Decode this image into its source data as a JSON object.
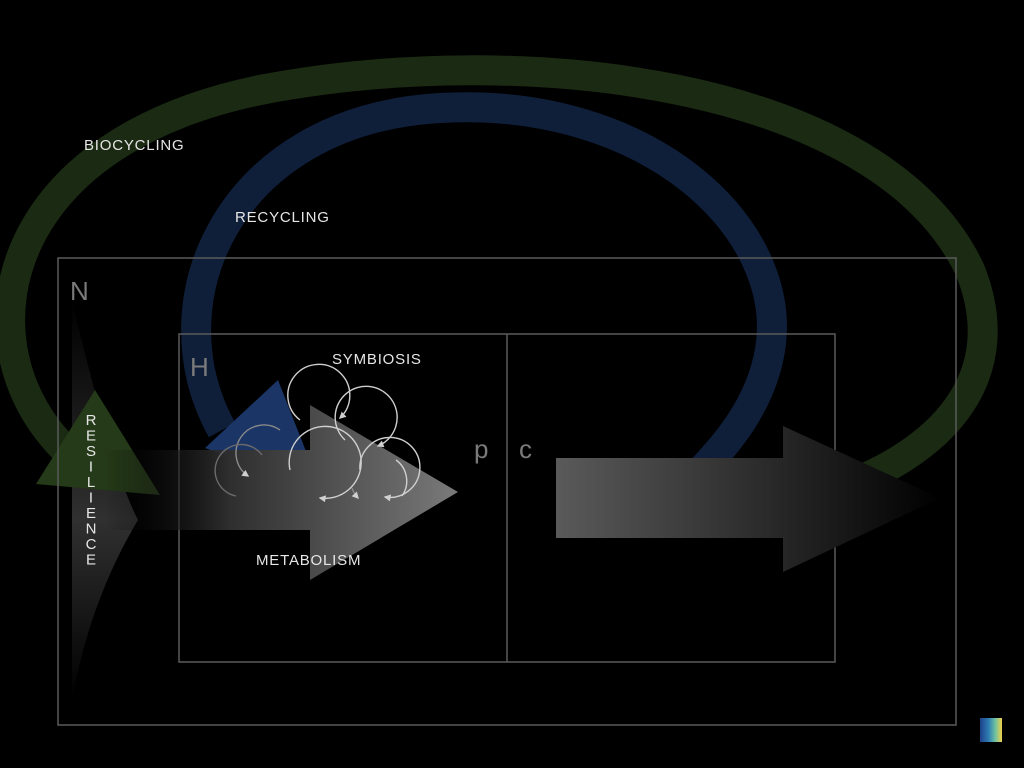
{
  "labels": {
    "biocycling": "BIOCYCLING",
    "recycling": "RECYCLING",
    "symbiosis": "SYMBIOSIS",
    "metabolism": "METABOLISM",
    "resilience": "RESILIENCE",
    "outer_box": "N",
    "inner_box": "H",
    "left_panel": "p",
    "right_panel": "c"
  },
  "colors": {
    "background": "#000000",
    "biocycling_loop": "#1b2a12",
    "biocycling_arrowhead": "#253a18",
    "recycling_loop": "#0f1f3a",
    "recycling_arrowhead": "#1a3566",
    "box_stroke": "#5a5a5a",
    "text": "#e6e6e6",
    "box_letters": "#7a7a7a"
  }
}
